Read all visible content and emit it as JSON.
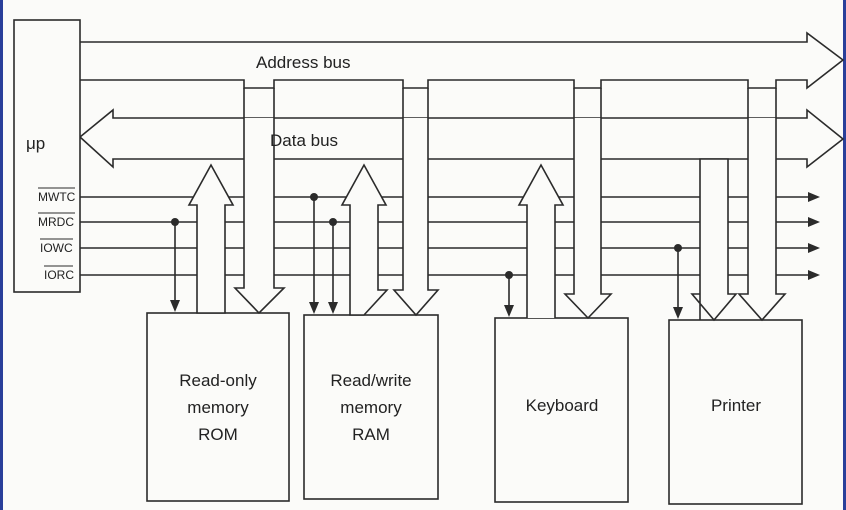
{
  "buses": {
    "address": "Address bus",
    "data": "Data bus"
  },
  "cpu": {
    "label": "μp",
    "signals": [
      "MWTC",
      "MRDC",
      "IOWC",
      "IORC"
    ]
  },
  "devices": {
    "rom": {
      "line1": "Read-only",
      "line2": "memory",
      "line3": "ROM"
    },
    "ram": {
      "line1": "Read/write",
      "line2": "memory",
      "line3": "RAM"
    },
    "keyboard": {
      "line1": "Keyboard"
    },
    "printer": {
      "line1": "Printer"
    }
  },
  "colors": {
    "ink": "#2b2b2b",
    "border": "#2a3f9a"
  }
}
